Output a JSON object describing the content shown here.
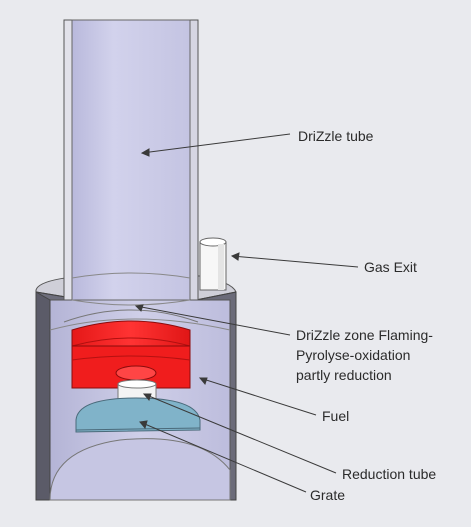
{
  "diagram": {
    "labels": {
      "drizzle_tube": "DriZzle tube",
      "gas_exit": "Gas Exit",
      "drizzle_zone_line1": "DriZzle zone Flaming-",
      "drizzle_zone_line2": "Pyrolyse-oxidation",
      "drizzle_zone_line3": "partly reduction",
      "fuel": "Fuel",
      "reduction_tube": "Reduction tube",
      "grate": "Grate"
    },
    "colors": {
      "background": "#e9eaee",
      "tube_body": "#c9c9e6",
      "tube_wall": "#dcdce8",
      "outer_shell": "#6b6b78",
      "flame_zone": "#ee1a1a",
      "grate": "#7fb2c8",
      "fuel_block": "#f4f4f4",
      "leader_line": "#3a3a3a"
    }
  }
}
